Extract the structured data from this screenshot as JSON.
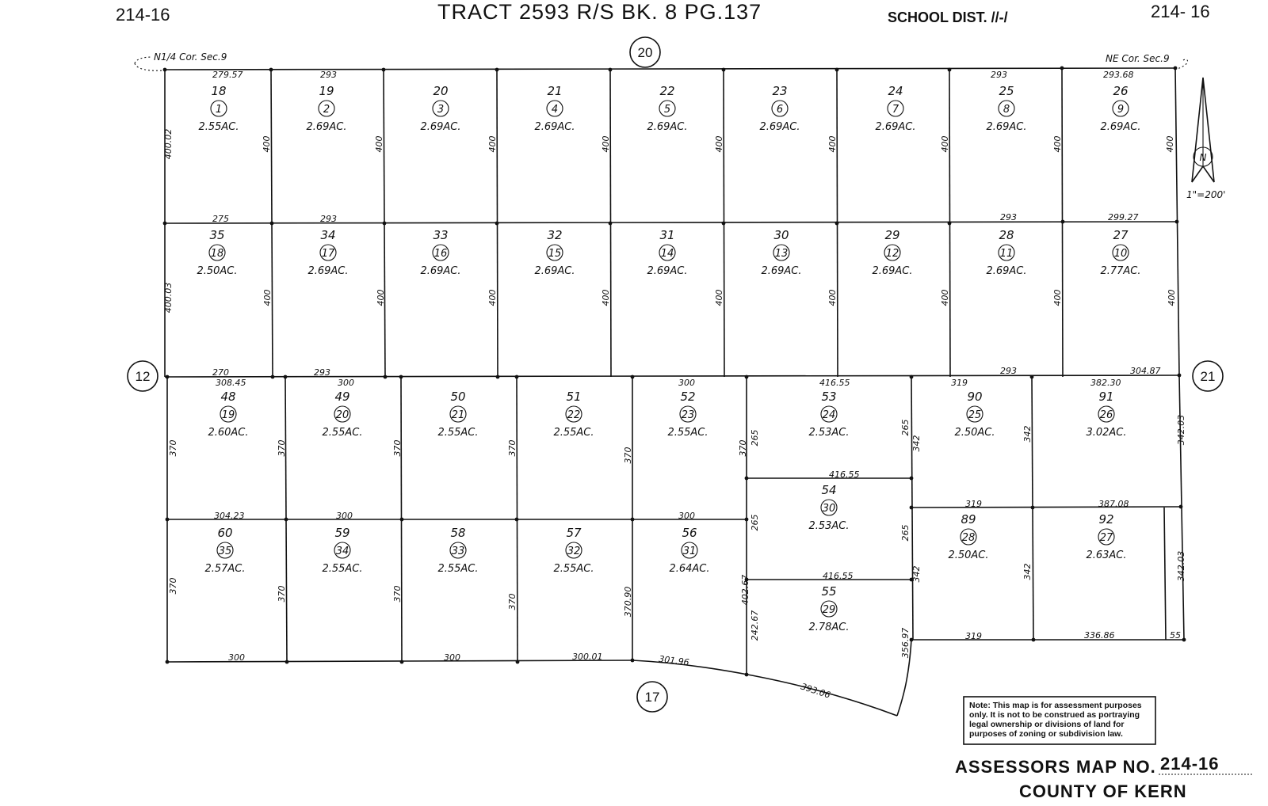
{
  "header": {
    "map_no_left": "214-16",
    "title": "TRACT 2593 R/S BK. 8 PG.137",
    "school_dist": "SCHOOL DIST.  //-/",
    "map_no_right": "214- 16"
  },
  "corners": {
    "nw": "N1/4 Cor. Sec.9",
    "ne": "NE Cor. Sec.9"
  },
  "adjacent_maps": {
    "north": "20",
    "west": "12",
    "east": "21",
    "south": "17"
  },
  "scale": "1\"=200'",
  "north_arrow_label": "N",
  "lots": [
    {
      "lot": "18",
      "parcel": "1",
      "acres": "2.55AC."
    },
    {
      "lot": "19",
      "parcel": "2",
      "acres": "2.69AC."
    },
    {
      "lot": "20",
      "parcel": "3",
      "acres": "2.69AC."
    },
    {
      "lot": "21",
      "parcel": "4",
      "acres": "2.69AC."
    },
    {
      "lot": "22",
      "parcel": "5",
      "acres": "2.69AC."
    },
    {
      "lot": "23",
      "parcel": "6",
      "acres": "2.69AC."
    },
    {
      "lot": "24",
      "parcel": "7",
      "acres": "2.69AC."
    },
    {
      "lot": "25",
      "parcel": "8",
      "acres": "2.69AC."
    },
    {
      "lot": "26",
      "parcel": "9",
      "acres": "2.69AC."
    },
    {
      "lot": "35",
      "parcel": "18",
      "acres": "2.50AC."
    },
    {
      "lot": "34",
      "parcel": "17",
      "acres": "2.69AC."
    },
    {
      "lot": "33",
      "parcel": "16",
      "acres": "2.69AC."
    },
    {
      "lot": "32",
      "parcel": "15",
      "acres": "2.69AC."
    },
    {
      "lot": "31",
      "parcel": "14",
      "acres": "2.69AC."
    },
    {
      "lot": "30",
      "parcel": "13",
      "acres": "2.69AC."
    },
    {
      "lot": "29",
      "parcel": "12",
      "acres": "2.69AC."
    },
    {
      "lot": "28",
      "parcel": "11",
      "acres": "2.69AC."
    },
    {
      "lot": "27",
      "parcel": "10",
      "acres": "2.77AC."
    },
    {
      "lot": "48",
      "parcel": "19",
      "acres": "2.60AC."
    },
    {
      "lot": "49",
      "parcel": "20",
      "acres": "2.55AC."
    },
    {
      "lot": "50",
      "parcel": "21",
      "acres": "2.55AC."
    },
    {
      "lot": "51",
      "parcel": "22",
      "acres": "2.55AC."
    },
    {
      "lot": "52",
      "parcel": "23",
      "acres": "2.55AC."
    },
    {
      "lot": "53",
      "parcel": "24",
      "acres": "2.53AC."
    },
    {
      "lot": "90",
      "parcel": "25",
      "acres": "2.50AC."
    },
    {
      "lot": "91",
      "parcel": "26",
      "acres": "3.02AC."
    },
    {
      "lot": "54",
      "parcel": "30",
      "acres": "2.53AC."
    },
    {
      "lot": "89",
      "parcel": "28",
      "acres": "2.50AC."
    },
    {
      "lot": "92",
      "parcel": "27",
      "acres": "2.63AC."
    },
    {
      "lot": "60",
      "parcel": "35",
      "acres": "2.57AC."
    },
    {
      "lot": "59",
      "parcel": "34",
      "acres": "2.55AC."
    },
    {
      "lot": "58",
      "parcel": "33",
      "acres": "2.55AC."
    },
    {
      "lot": "57",
      "parcel": "32",
      "acres": "2.55AC."
    },
    {
      "lot": "56",
      "parcel": "31",
      "acres": "2.64AC."
    },
    {
      "lot": "55",
      "parcel": "29",
      "acres": "2.78AC."
    }
  ],
  "dimensions": [
    "279.57",
    "293",
    "293",
    "293.68",
    "400.02",
    "400",
    "400",
    "400",
    "400",
    "400",
    "400",
    "400",
    "400",
    "400",
    "275",
    "293",
    "293",
    "299.27",
    "400.03",
    "400",
    "400",
    "400",
    "400",
    "400",
    "400",
    "400",
    "400",
    "400",
    "270",
    "293",
    "293",
    "304.87",
    "308.45",
    "300",
    "300",
    "416.55",
    "319",
    "382.30",
    "370",
    "370",
    "370",
    "370",
    "370",
    "370",
    "265",
    "265",
    "342",
    "342",
    "342.03",
    "416.55",
    "319",
    "387.08",
    "304.23",
    "300",
    "300",
    "370",
    "370",
    "370",
    "370",
    "370.90",
    "265",
    "402.67",
    "265",
    "342",
    "342",
    "342.03",
    "416.55",
    "242.67",
    "356.97",
    "319",
    "336.86",
    "55",
    "300",
    "300",
    "300.01",
    "301.96",
    "393.06"
  ],
  "note": [
    "Note: This map is for assessment purposes",
    "only. It is not to be construed as portraying",
    "legal ownership or divisions of land for",
    "purposes of zoning or subdivision law."
  ],
  "footer": {
    "map_no_label": "ASSESSORS MAP NO.",
    "map_no_value": "214-16",
    "county": "COUNTY OF KERN"
  }
}
